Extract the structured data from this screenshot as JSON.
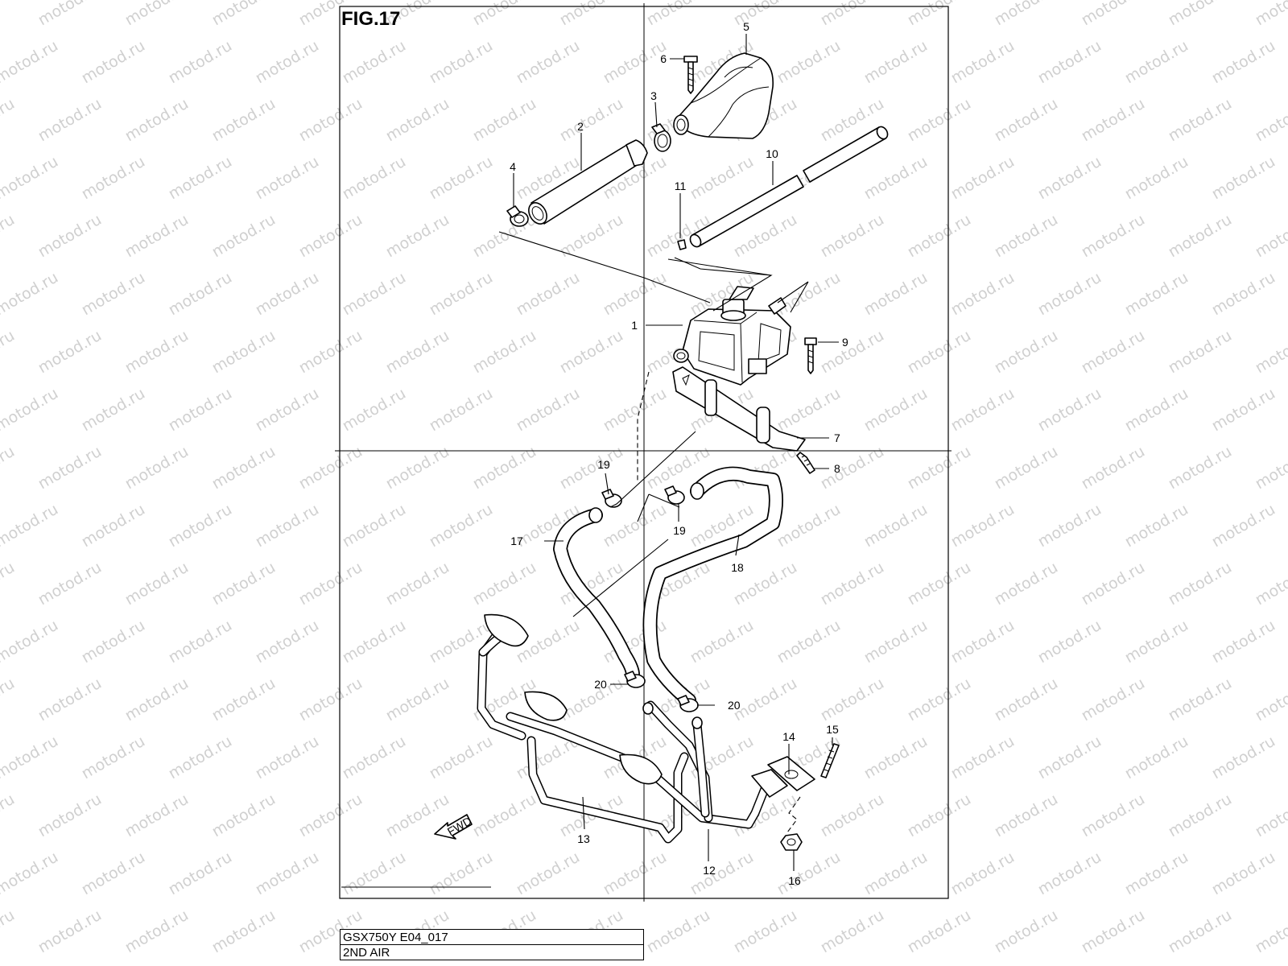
{
  "figure": {
    "label": "FIG.17",
    "model_code": "GSX750Y E04_017",
    "section_name": "2ND AIR"
  },
  "watermark": "motod.ru",
  "fwd_label": "FWD",
  "callouts": [
    {
      "id": "c1",
      "text": "1"
    },
    {
      "id": "c2",
      "text": "2"
    },
    {
      "id": "c3",
      "text": "3"
    },
    {
      "id": "c4",
      "text": "4"
    },
    {
      "id": "c5",
      "text": "5"
    },
    {
      "id": "c6",
      "text": "6"
    },
    {
      "id": "c7",
      "text": "7"
    },
    {
      "id": "c8",
      "text": "8"
    },
    {
      "id": "c9",
      "text": "9"
    },
    {
      "id": "c10",
      "text": "10"
    },
    {
      "id": "c11",
      "text": "11"
    },
    {
      "id": "c12",
      "text": "12"
    },
    {
      "id": "c13",
      "text": "13"
    },
    {
      "id": "c14",
      "text": "14"
    },
    {
      "id": "c15",
      "text": "15"
    },
    {
      "id": "c16",
      "text": "16"
    },
    {
      "id": "c17",
      "text": "17"
    },
    {
      "id": "c18",
      "text": "18"
    },
    {
      "id": "c19a",
      "text": "19"
    },
    {
      "id": "c19b",
      "text": "19"
    },
    {
      "id": "c20a",
      "text": "20"
    },
    {
      "id": "c20b",
      "text": "20"
    }
  ],
  "colors": {
    "line": "#000000",
    "background": "#ffffff",
    "watermark": "#d0d0d0"
  }
}
